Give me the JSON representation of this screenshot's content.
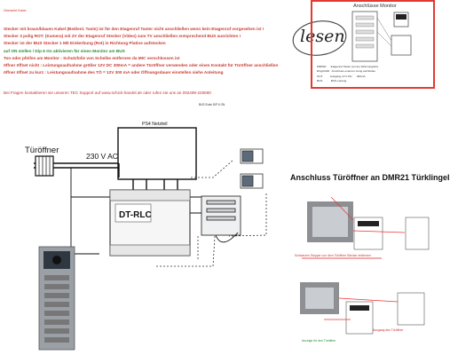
{
  "header": {
    "doc_title": "Übersicht Kabel",
    "notes": [
      {
        "text": "Stecker mit braun/blauen Kabel (Bedienl. Taste) ist für den Etagenruf Taster nicht anschließen wenn kein Etagenruf vorgesehen ist !",
        "color": "red"
      },
      {
        "text": "Stecker 3 polig ROT: (Kamera) mit 2V der Etagenruf Stecker (Video) zum TV anschließen entsprechend BUS ausrichten !",
        "color": "red"
      },
      {
        "text": "Stecker ist der BUS Stecker 1 Mit Einkerbung (Rot) in Richtung Platine aufstecken",
        "color": "red"
      },
      {
        "text": "auf ON stellen / Dip 6 On aktivieren für einen Monitor am BUS",
        "color": "green"
      },
      {
        "text": "Ton oder pfeifen am Monitor : Schutzfolie von Scheibe entfernen da MIC verschlossen ist",
        "color": "red"
      },
      {
        "text": "öffner öffnet nicht : Leistungsaufnahme größer 12V DC 300mA = andere Türöffner verwenden oder einen Kontakt für Türöffner anschließen",
        "color": "red"
      },
      {
        "text": "öffner öffnet zu kurz : Leistungsaufnahme des TÖ = 12V 300 mA oder Öffnungsdauer einstellen siehe Anleitung",
        "color": "red"
      }
    ],
    "contact": "Bei Fragen kontaktieren sie unseren TEC Support auf www.schick-handel.de oder rufen sie uns an 092498-226590"
  },
  "lesen": "lesen",
  "monitor": {
    "title": "Anschlüsse Monitor",
    "legend": "MM/NR      Etagenruf Taster (an der Wohnungstür)\nRing/GND   Anschluss externer Gong auf Relais\nOUT          Ausgang 12 V DC      400mA\nBUS           BUS Leitung"
  },
  "wiring": {
    "psu_label": "PS4 Netzteil",
    "door_label": "Türöffner",
    "ac_label": "230 V AC",
    "module_label": "DT-RLC",
    "dip_label": "BUS Ende DIP 6 ON"
  },
  "anschluss": {
    "title": "Anschluss Türöffner an DMR21 Türklingel",
    "note_1": "Schwarzen Stopper von dem Türöffner Stecker entfernen",
    "note_2": "Anzeige für den Türöffner",
    "note_3": "Ausgang des Türöffner"
  },
  "colors": {
    "accent_red": "#e23a32",
    "note_red": "#c83b32",
    "note_green": "#2d8a3a"
  }
}
